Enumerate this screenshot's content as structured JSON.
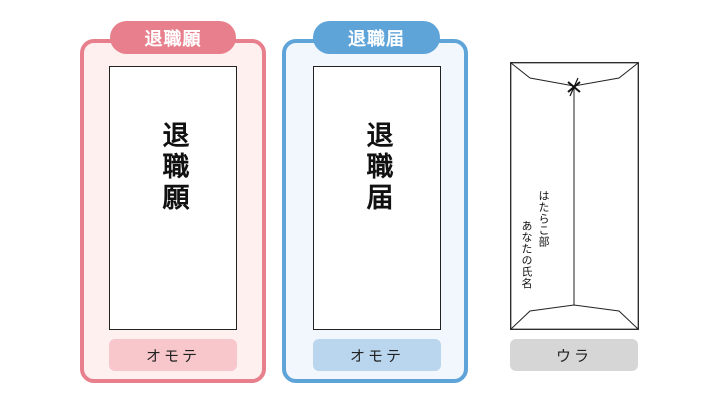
{
  "resignation_request": {
    "tag": "退職願",
    "envelope_text": "退職願",
    "side_label": "オモテ"
  },
  "resignation_notice": {
    "tag": "退職届",
    "envelope_text": "退職届",
    "side_label": "オモテ"
  },
  "envelope_back": {
    "company": "はたらこ部",
    "name": "あなたの氏名",
    "side_label": "ウラ"
  },
  "colors": {
    "pink_accent": "#e87f8c",
    "blue_accent": "#5fa4d9",
    "gray_label": "#d6d6d6"
  }
}
